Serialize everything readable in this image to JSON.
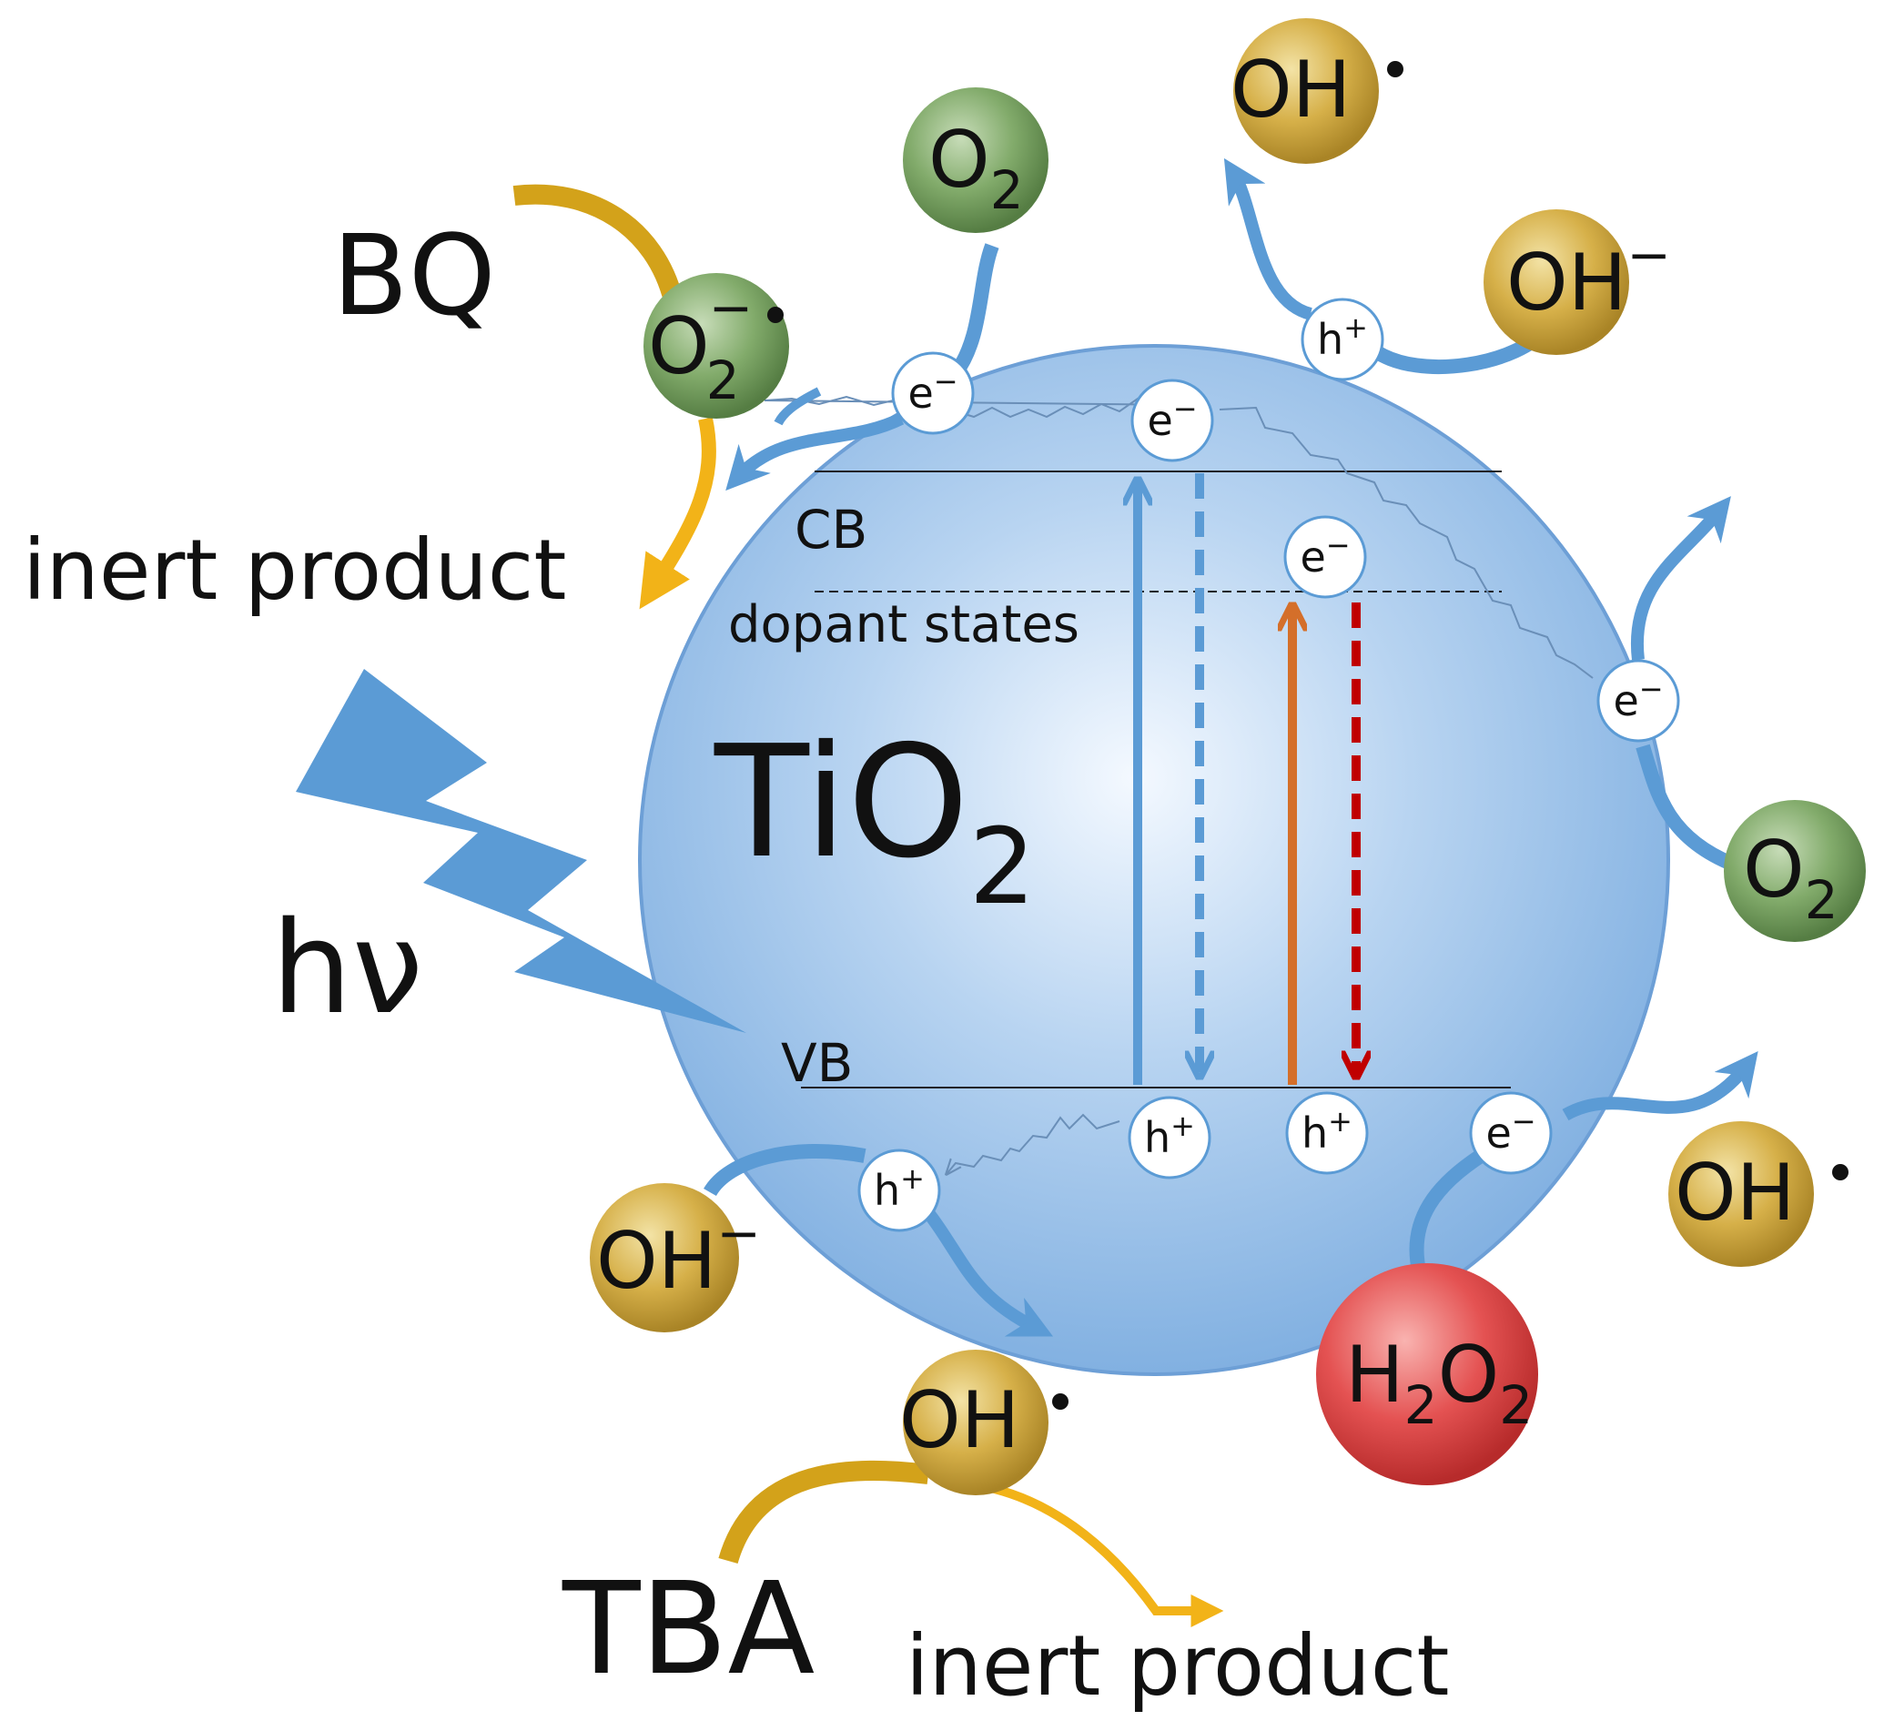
{
  "colors": {
    "sphere": "#8fb9e6",
    "sphere_light": "#f4f9ff",
    "blue_arrow": "#5b9bd5",
    "orange_arrow": "#d46f2a",
    "red_arrow": "#c00000",
    "yellow_arrow": "#f2b318",
    "dark_yellow_arrow": "#d3a21a",
    "green_molecule": "#6d9a58",
    "gold_molecule": "#c9a33a",
    "red_molecule": "#e04545",
    "bolt": "#5b9bd5"
  },
  "labels": {
    "tio2_main": "TiO",
    "tio2_sub": "2",
    "cb": "CB",
    "vb": "VB",
    "dopant": "dopant states",
    "hv": "hν",
    "bq": "BQ",
    "tba": "TBA",
    "inert_top": "inert product",
    "inert_bottom": "inert product"
  },
  "carriers": {
    "e_minus": "e",
    "e_sup": "−",
    "h_plus": "h",
    "h_sup": "+"
  },
  "molecules": {
    "o2_main": "O",
    "o2_sub": "2",
    "oh": "OH",
    "oh_minus_sup": "−",
    "radical_dot": "•",
    "o2rad_main": "O",
    "o2rad_sub": "2",
    "o2rad_sup": "−",
    "h2o2_h": "H",
    "h2o2_sub1": "2",
    "h2o2_o": "O",
    "h2o2_sub2": "2"
  }
}
